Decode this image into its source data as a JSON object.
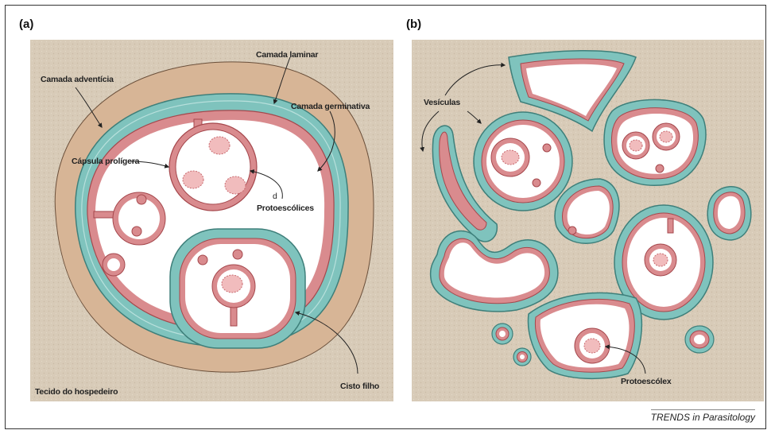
{
  "panels": {
    "a": "(a)",
    "b": "(b)"
  },
  "labels_a": {
    "camada_adventicia": "Camada adventícia",
    "camada_laminar": "Camada laminar",
    "camada_germinativa": "Camada germinativa",
    "capsula_proligera": "Cápsula prolígera",
    "d": "d",
    "protoescolices": "Protoescólices",
    "tecido_hospedeiro": "Tecido do hospedeiro",
    "cisto_filho": "Cisto filho"
  },
  "labels_b": {
    "vesiculas": "Vesículas",
    "protoescolex": "Protoescólex"
  },
  "brand": "TRENDS in Parasitology",
  "colors": {
    "tissue": "#d8cbb8",
    "adventitia": "#d7b596",
    "laminar": "#7fc3bd",
    "laminar_dark": "#3e7f7a",
    "germinal": "#d98b8e",
    "germinal_dark": "#a5474c",
    "lumen": "#ffffff"
  }
}
